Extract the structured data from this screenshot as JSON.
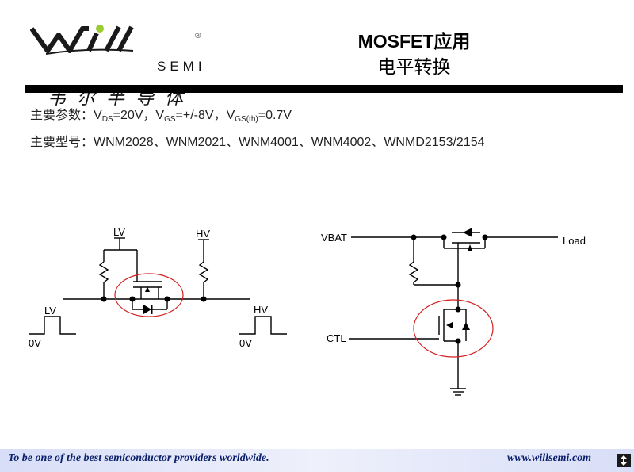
{
  "logo": {
    "brand": "SEMI",
    "registered": "®",
    "chinese": "韦尔半导体",
    "color": "#1a1a1a",
    "accent": "#9acd32"
  },
  "title": {
    "line1": "MOSFET应用",
    "line2": "电平转换"
  },
  "params": {
    "label1": "主要参数：",
    "vds_v": "V",
    "vds_sub": "DS",
    "vds_val": "=20V，",
    "vgs_v": "V",
    "vgs_sub": "GS",
    "vgs_val": "=+/-8V，",
    "vth_v": "V",
    "vth_sub": "GS(th)",
    "vth_val": "=0.7V",
    "label2": "主要型号：",
    "models": "WNM2028、WNM2021、WNM4001、WNM4002、WNMD2153/2154"
  },
  "left_circuit": {
    "lv_supply": "LV",
    "hv_supply": "HV",
    "in_high": "LV",
    "in_low": "0V",
    "out_high": "HV",
    "out_low": "0V"
  },
  "right_circuit": {
    "vbat": "VBAT",
    "load": "Load",
    "ctl": "CTL"
  },
  "highlight_color": "#d42020",
  "footer": {
    "slogan": "To be one of the best semiconductor providers worldwide.",
    "website": "www.willsemi.com",
    "text_color": "#0a1f6b"
  }
}
